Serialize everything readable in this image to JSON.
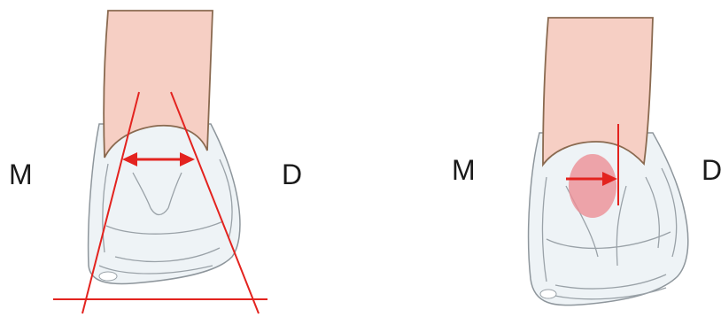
{
  "labels": {
    "left_mesial": "M",
    "left_distal": "D",
    "right_mesial": "M",
    "right_distal": "D"
  },
  "colors": {
    "root": "#f6cfc4",
    "root_outline": "#8a6a50",
    "crown": "#eef3f6",
    "crown_outline": "#8e969c",
    "guide_line": "#e3231f",
    "arrow": "#e3231f",
    "contact_area": "#ec8f96"
  }
}
